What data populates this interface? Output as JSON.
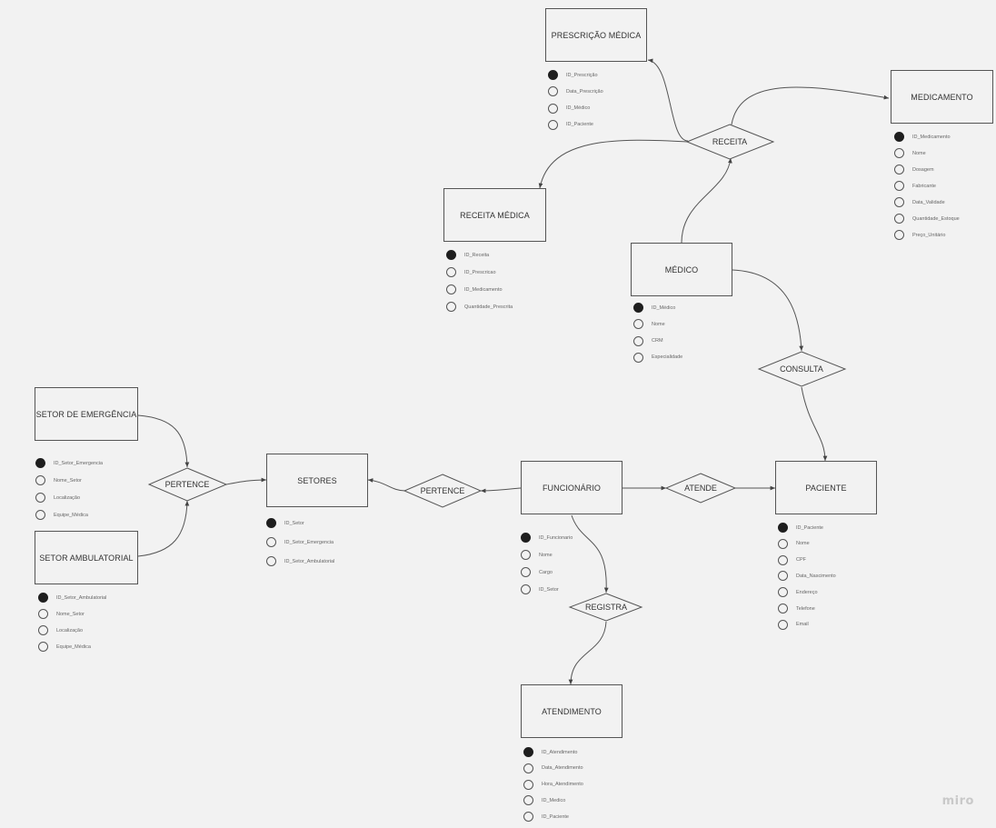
{
  "entities": {
    "prescricao": {
      "title": "PRESCRIÇÃO MÉDICA",
      "attrs": [
        "ID_Prescrição",
        "Data_Prescrição",
        "ID_Médico",
        "ID_Paciente"
      ]
    },
    "medicamento": {
      "title": "MEDICAMENTO",
      "attrs": [
        "ID_Medicamento",
        "Nome",
        "Dosagem",
        "Fabricante",
        "Data_Validade",
        "Quantidade_Estoque",
        "Preço_Unitário"
      ]
    },
    "receita_medica": {
      "title": "RECEITA MÉDICA",
      "attrs": [
        "ID_Receita",
        "ID_Prescricao",
        "ID_Medicamento",
        "Quantidade_Prescrita"
      ]
    },
    "medico": {
      "title": "MÉDICO",
      "attrs": [
        "ID_Médico",
        "Nome",
        "CRM",
        "Especialidade"
      ]
    },
    "setor_emergencia": {
      "title": "SETOR DE EMERGÊNCIA",
      "attrs": [
        "ID_Setor_Emergencia",
        "Nome_Setor",
        "Localização",
        "Equipe_Médica"
      ]
    },
    "setor_ambulatorial": {
      "title": "SETOR AMBULATORIAL",
      "attrs": [
        "ID_Setor_Ambulatorial",
        "Nome_Setor",
        "Localização",
        "Equipe_Médica"
      ]
    },
    "setores": {
      "title": "SETORES",
      "attrs": [
        "ID_Setor",
        "ID_Setor_Emergencia",
        "ID_Setor_Ambulatorial"
      ]
    },
    "funcionario": {
      "title": "FUNCIONÁRIO",
      "attrs": [
        "ID_Funcionario",
        "Nome",
        "Cargo",
        "ID_Setor"
      ]
    },
    "paciente": {
      "title": "PACIENTE",
      "attrs": [
        "ID_Paciente",
        "Nome",
        "CPF",
        "Data_Nascimento",
        "Endereço",
        "Telefone",
        "Email"
      ]
    },
    "atendimento": {
      "title": "ATENDIMENTO",
      "attrs": [
        "ID_Atendimento",
        "Data_Atendimento",
        "Hora_Atendimento",
        "ID_Medico",
        "ID_Paciente"
      ]
    }
  },
  "relationships": {
    "receita": "RECEITA",
    "consulta": "CONSULTA",
    "pertence_left": "PERTENCE",
    "pertence_right": "PERTENCE",
    "atende": "ATENDE",
    "registra": "REGISTRA"
  },
  "branding": {
    "logo": "miro"
  },
  "colors": {
    "background": "#f2f2f2",
    "stroke": "#555555",
    "primary_key_dot": "#1e1e1e"
  }
}
